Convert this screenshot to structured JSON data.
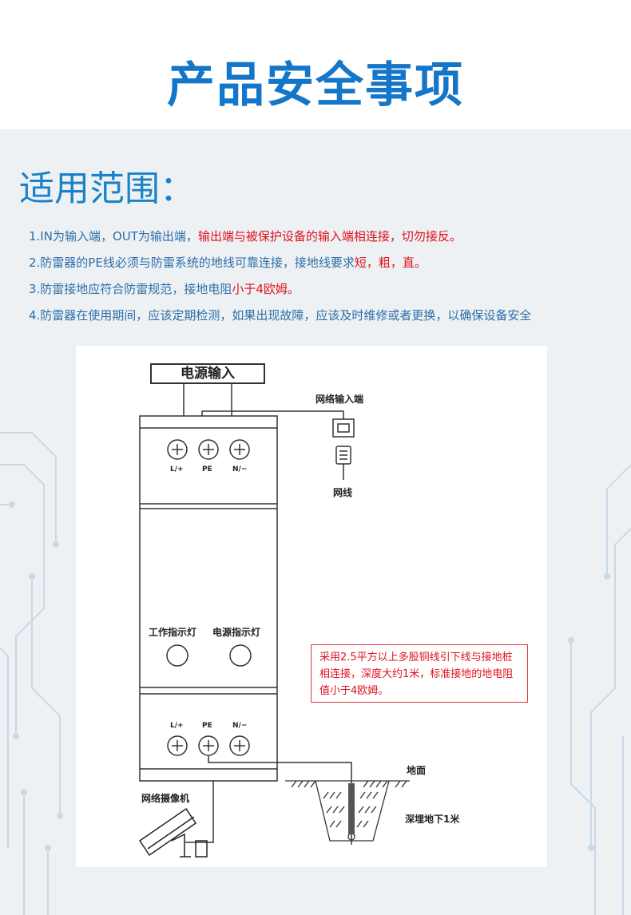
{
  "header": {
    "title": "产品安全事项"
  },
  "section": {
    "title": "适用范围："
  },
  "notes": [
    {
      "text": "1.IN为输入端，OUT为输出端，",
      "highlight": "输出端与被保护设备的输入端相连接，切勿接反。"
    },
    {
      "text": "2.防雷器的PE线必须与防雷系统的地线可靠连接，接地线要求",
      "highlight": "短，粗，直。"
    },
    {
      "text": "3.防雷接地应符合防雷规范，接地电阻",
      "highlight": "小于4欧姆。"
    },
    {
      "text": "4.防雷器在使用期间，应该定期检测，如果出现故障，应该及时维修或者更换，以确保设备安全",
      "highlight": ""
    }
  ],
  "diagram": {
    "power_input": "电源输入",
    "network_input": "网络输入端",
    "network_cable": "网线",
    "top_terminals": [
      "L/+",
      "PE",
      "N/−"
    ],
    "bottom_terminals": [
      "L/+",
      "PE",
      "N/−"
    ],
    "work_indicator": "工作指示灯",
    "power_indicator": "电源指示灯",
    "note_box": "采用2.5平方以上多股铜线引下线与接地桩相连接，深度大约1米，标准接地的地电阻值小于4欧姆。",
    "camera": "网络摄像机",
    "ground": "地面",
    "bury_depth": "深埋地下1米"
  },
  "colors": {
    "title_blue": "#1476c8",
    "section_blue": "#1a82c8",
    "text_blue": "#2c6ea8",
    "highlight_red": "#e0101e"
  }
}
